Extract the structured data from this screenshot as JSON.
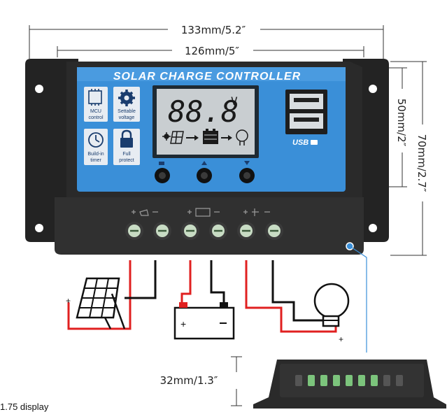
{
  "dimensions": {
    "outer_width": "133mm/5.2″",
    "inner_width": "126mm/5″",
    "inner_height": "50mm/2″",
    "outer_height": "70mm/2.7″",
    "side_height": "32mm/1.3″"
  },
  "panel": {
    "title": "SOLAR CHARGE CONTROLLER",
    "lcd_reading": "88.8",
    "lcd_unit": "V",
    "usb_label": "USB",
    "icons": [
      {
        "icon": "cpu-chip-icon",
        "label_line1": "MCU",
        "label_line2": "control"
      },
      {
        "icon": "gear-icon",
        "label_line1": "Settable",
        "label_line2": "voltage"
      },
      {
        "icon": "clock-icon",
        "label_line1": "Build-in",
        "label_line2": "timer"
      },
      {
        "icon": "padlock-icon",
        "label_line1": "Full",
        "label_line2": "protect"
      }
    ]
  },
  "colors": {
    "panel_blue": "#3a8fd8",
    "housing": "#1f1f1f",
    "lcd": "#c9ced1",
    "positive_wire": "#e02020",
    "negative_wire": "#111111"
  },
  "footnote": "1.75 display"
}
